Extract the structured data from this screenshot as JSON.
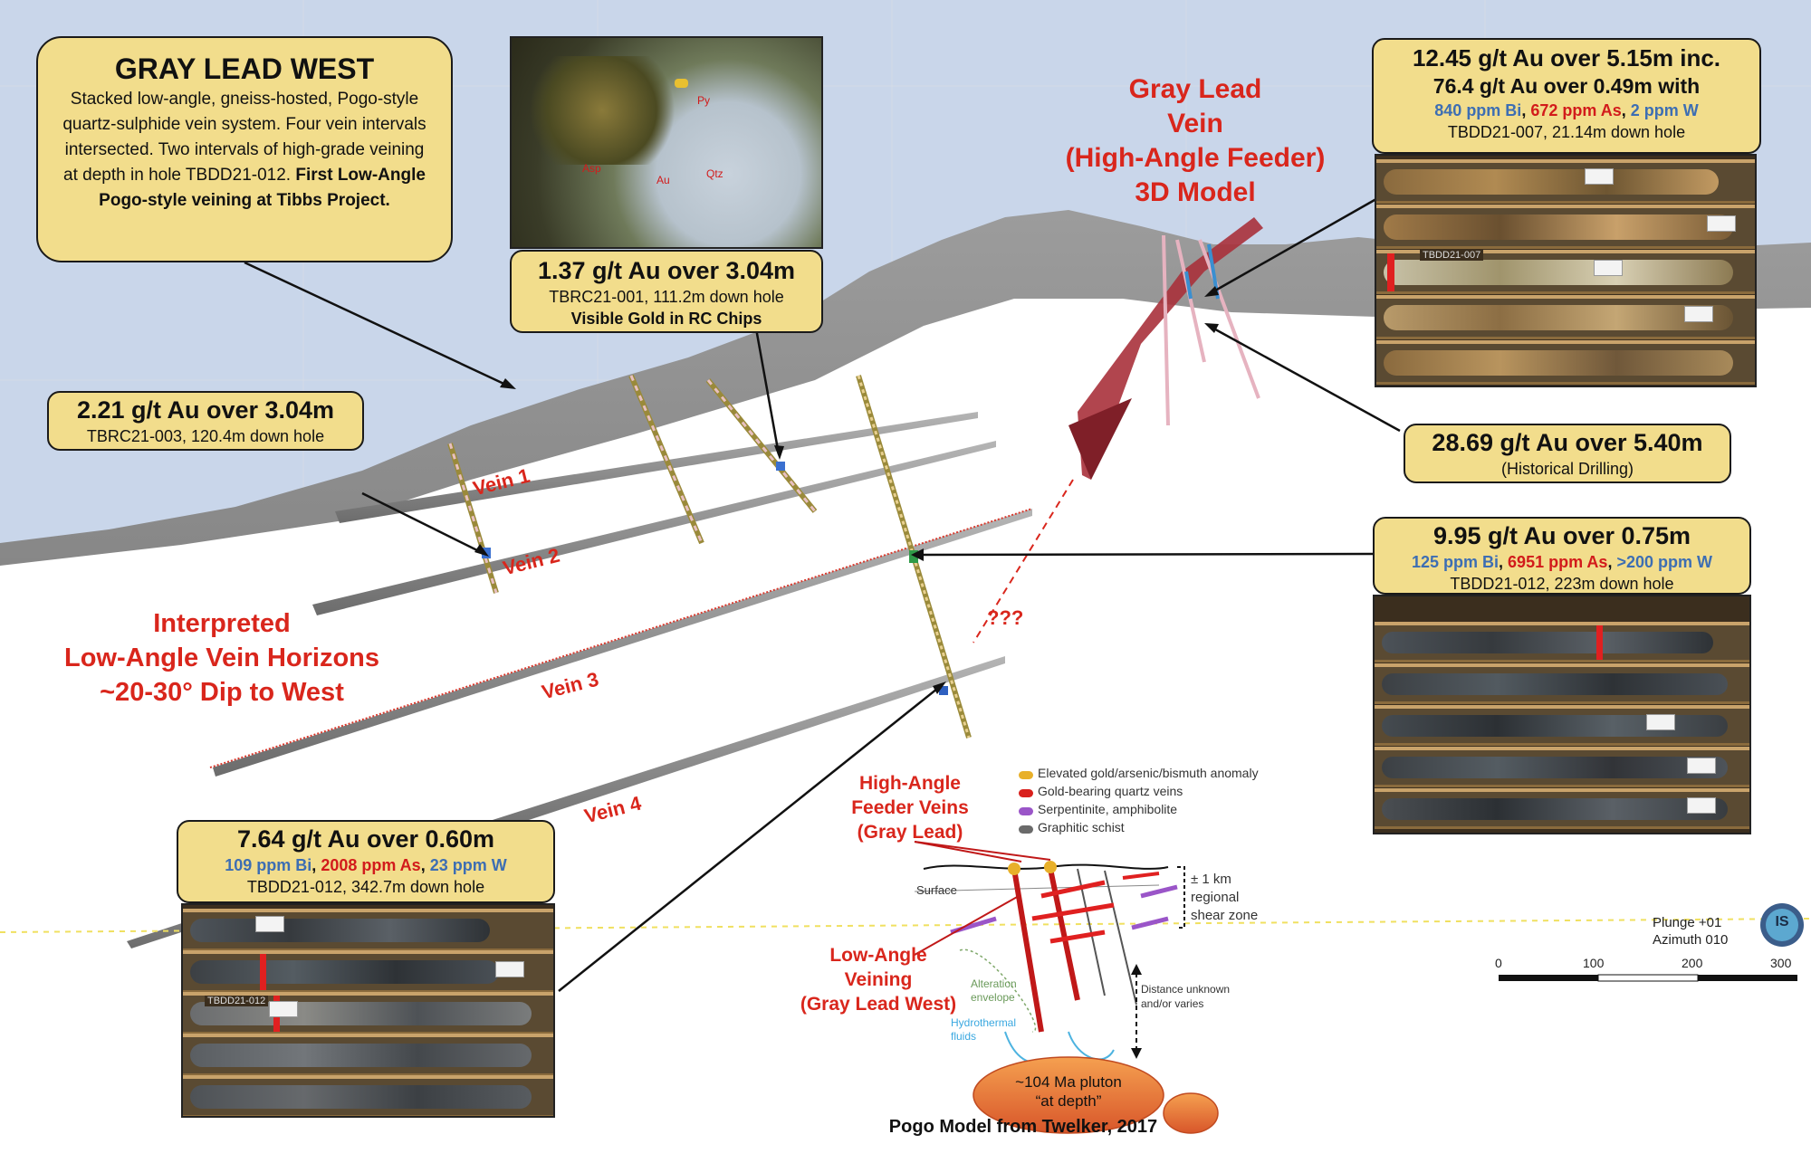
{
  "main_callout": {
    "title": "GRAY LEAD WEST",
    "body": "Stacked low-angle, gneiss-hosted, Pogo-style quartz-sulphide vein system. Four vein intervals intersected. Two intervals of high-grade veining at depth in hole TBDD21-012.",
    "body_bold": "First Low-Angle Pogo-style veining at Tibbs Project."
  },
  "callout_tbrc001": {
    "head": "1.37 g/t Au over 3.04m",
    "line1": "TBRC21-001, 111.2m down hole",
    "line2": "Visible Gold in RC Chips",
    "photo_labels": {
      "py": "Py",
      "asp": "Asp",
      "au": "Au",
      "qtz": "Qtz"
    }
  },
  "callout_tbrc003": {
    "head": "2.21 g/t Au over 3.04m",
    "line1": "TBRC21-003, 120.4m down hole"
  },
  "callout_tbdd007": {
    "head1": "12.45 g/t Au over 5.15m inc.",
    "head2": "76.4 g/t Au over 0.49m with",
    "bi": "840 ppm Bi",
    "as": "672 ppm As",
    "w": "2 ppm W",
    "line": "TBDD21-007, 21.14m down hole"
  },
  "callout_historical": {
    "head": "28.69 g/t Au over 5.40m",
    "line": "(Historical Drilling)"
  },
  "callout_tbdd012_223": {
    "head": "9.95 g/t Au over 0.75m",
    "bi": "125 ppm Bi",
    "as": "6951 ppm As",
    "w": ">200 ppm W",
    "line": "TBDD21-012, 223m down hole"
  },
  "callout_tbdd012_342": {
    "head": "7.64 g/t Au over 0.60m",
    "bi": "109 ppm Bi",
    "as": "2008 ppm As",
    "w": "23 ppm W",
    "line": "TBDD21-012, 342.7m down hole"
  },
  "labels": {
    "gray_lead_vein": [
      "Gray Lead",
      "Vein",
      "(High-Angle Feeder)",
      "3D Model"
    ],
    "interpreted": [
      "Interpreted",
      "Low-Angle Vein Horizons",
      "~20-30° Dip to West"
    ],
    "vein1": "Vein 1",
    "vein2": "Vein 2",
    "vein3": "Vein 3",
    "vein4": "Vein 4",
    "question": "???"
  },
  "core_photo_labels": {
    "tbdd007": "TBDD21-007",
    "tbdd012": "TBDD21-012"
  },
  "pogo_model": {
    "legend": [
      {
        "label": "Elevated gold/arsenic/bismuth anomaly",
        "color": "#e8b02a"
      },
      {
        "label": "Gold-bearing quartz veins",
        "color": "#d9201c"
      },
      {
        "label": "Serpentinite, amphibolite",
        "color": "#9a55c8"
      },
      {
        "label": "Graphitic schist",
        "color": "#6a6a6a"
      }
    ],
    "high_angle": [
      "High-Angle",
      "Feeder Veins",
      "(Gray Lead)"
    ],
    "low_angle": [
      "Low-Angle",
      "Veining",
      "(Gray Lead West)"
    ],
    "surface": "Surface",
    "shear_zone": [
      "± 1 km",
      "regional",
      "shear zone"
    ],
    "alteration": [
      "Alteration",
      "envelope"
    ],
    "hydrothermal": [
      "Hydrothermal",
      "fluids"
    ],
    "distance": [
      "Distance unknown",
      "and/or varies"
    ],
    "pluton": [
      "~104 Ma pluton",
      "“at depth”"
    ],
    "caption": "Pogo Model from Twelker, 2017"
  },
  "scale": {
    "plunge": "Plunge +01",
    "azimuth": "Azimuth 010",
    "ticks": [
      "0",
      "100",
      "200",
      "300"
    ],
    "logo": "IS"
  },
  "colors": {
    "sky": "#c9d6ea",
    "callout_fill": "#f2dd8c",
    "label_red": "#d9261c",
    "vein_shadow": "#8a8a8a",
    "feeder_model": "#a8313b"
  }
}
